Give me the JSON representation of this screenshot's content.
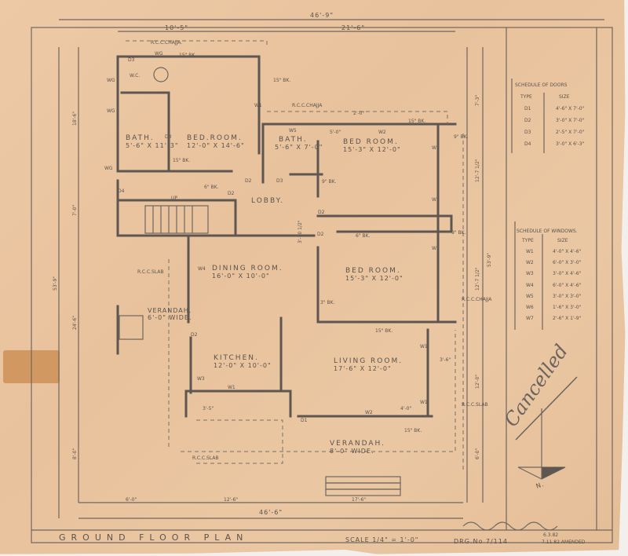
{
  "title_block": {
    "title": "GROUND FLOOR PLAN",
    "scale": "SCALE 1/4\" = 1'-0\"",
    "drawing_no": "DRG.No 7/114",
    "date1": "6.3.82",
    "date2": "7.11.82 AMENDED",
    "stamp": "Cancelled"
  },
  "rooms": {
    "wc": {
      "name": "W.C."
    },
    "bath1": {
      "name": "BATH.",
      "size": "5'-6\" X 11'-3\""
    },
    "bed1": {
      "name": "BED.ROOM.",
      "size": "12'-0\" X 14'-6\""
    },
    "bath2": {
      "name": "BATH.",
      "size": "5'-6\" X 7'-0\""
    },
    "bed2": {
      "name": "BED ROOM.",
      "size": "15'-3\" X 12'-0\""
    },
    "lobby": {
      "name": "LOBBY."
    },
    "bed3": {
      "name": "BED ROOM.",
      "size": "15'-3\" X 12'-0\""
    },
    "dining": {
      "name": "DINING ROOM.",
      "size": "16'-0\" X 10'-0\""
    },
    "kitchen": {
      "name": "KITCHEN.",
      "size": "12'-0\" X 10'-0\""
    },
    "living": {
      "name": "LIVING ROOM.",
      "size": "17'-6\" X 12'-0\""
    },
    "verandah_side": {
      "name": "VERANDAH.",
      "size": "6'-0\" WIDE."
    },
    "verandah_front": {
      "name": "VERANDAH.",
      "size": "8'-0\" WIDE."
    }
  },
  "notes": {
    "chajja1": "R.C.C.CHAJJA.",
    "chajja2": "R.C.C.CHAJJA",
    "chajja3": "R.C.C.CHAJJA",
    "slab1": "R.C.C.SLAB",
    "slab2": "R.C.C.SLAB",
    "slab3": "R.C.C.SLAB",
    "up": "UP",
    "north": "N."
  },
  "dimensions": {
    "overall_top": "46'-9\"",
    "top_left": "10'-5\"",
    "top_right": "21'-6\"",
    "overall_bottom": "46'-6\"",
    "bottom_a": "6'-0\"",
    "bottom_b": "12'-6\"",
    "bottom_c": "17'-6\"",
    "left_total": "53'-9\"",
    "left_a": "18'-6\"",
    "left_b": "7'-0\"",
    "left_c": "24'-6\"",
    "left_d": "8'-0\"",
    "right_total": "53'-9\"",
    "right_a": "7'-3\"",
    "right_b": "12'-7 1/2\"",
    "right_c": "12'-7 1/2\"",
    "right_d": "12'-0\"",
    "right_e": "6'-0\"",
    "w2_width": "5'-0\"",
    "chajja_proj": "2'-0\"",
    "pier": "3'-10 1/2\"",
    "kitchen_a": "3'-5\"",
    "living_a": "3'-6\"",
    "living_b": "4'-0\""
  },
  "wall_tags": [
    "15\" BK.",
    "15\" BK.",
    "15\" BK.",
    "9\" BK.",
    "9\" BK.",
    "9\" BK.",
    "6\" BK.",
    "6\" BK.",
    "15\" BK.",
    "15\" BK.",
    "15\" BK.",
    "3\" BK."
  ],
  "openings": [
    "D3",
    "WG",
    "WG",
    "WG",
    "WG",
    "D3",
    "W1",
    "W5",
    "W2",
    "D2",
    "D3",
    "D2",
    "D2",
    "D4",
    "D2",
    "W1",
    "W1",
    "W1",
    "W4",
    "D2",
    "W3",
    "W1",
    "D1",
    "W2",
    "W1",
    "W1"
  ],
  "door_schedule": {
    "title": "SCHEDULE OF DOORS",
    "headers": [
      "TYPE",
      "SIZE"
    ],
    "rows": [
      [
        "D1",
        "4'-6\" X 7'-0\""
      ],
      [
        "D2",
        "3'-0\" X 7'-0\""
      ],
      [
        "D3",
        "2'-5\" X 7'-0\""
      ],
      [
        "D4",
        "3'-0\" X 6'-3\""
      ]
    ]
  },
  "window_schedule": {
    "title": "SCHEDULE OF WINDOWS.",
    "headers": [
      "TYPE",
      "SIZE"
    ],
    "rows": [
      [
        "W1",
        "4'-0\" X 4'-6\""
      ],
      [
        "W2",
        "6'-0\" X 3'-0\""
      ],
      [
        "W3",
        "3'-0\" X 4'-6\""
      ],
      [
        "W4",
        "6'-0\" X 4'-6\""
      ],
      [
        "W5",
        "3'-0\" X 3'-0\""
      ],
      [
        "W6",
        "1'-6\" X 3'-0\""
      ],
      [
        "W7",
        "2'-6\" X 1'-9\""
      ]
    ]
  }
}
